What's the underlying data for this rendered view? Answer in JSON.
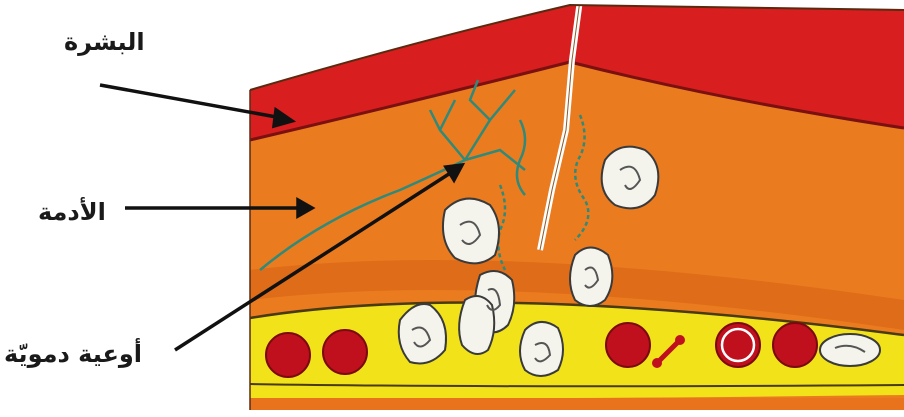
{
  "labels": {
    "epidermis": "البشرة",
    "dermis": "الأدمة",
    "blood_vessels": "أوعية دمويّة"
  },
  "colors": {
    "epidermis": "#d81e1e",
    "dermis": "#e8731c",
    "fat_layer": "#f2e21a",
    "red_blood_cell": "#c0101e",
    "white_cell": "#f4f4ec",
    "vessel_line": "#2f8a7a",
    "arrow": "#111111"
  }
}
